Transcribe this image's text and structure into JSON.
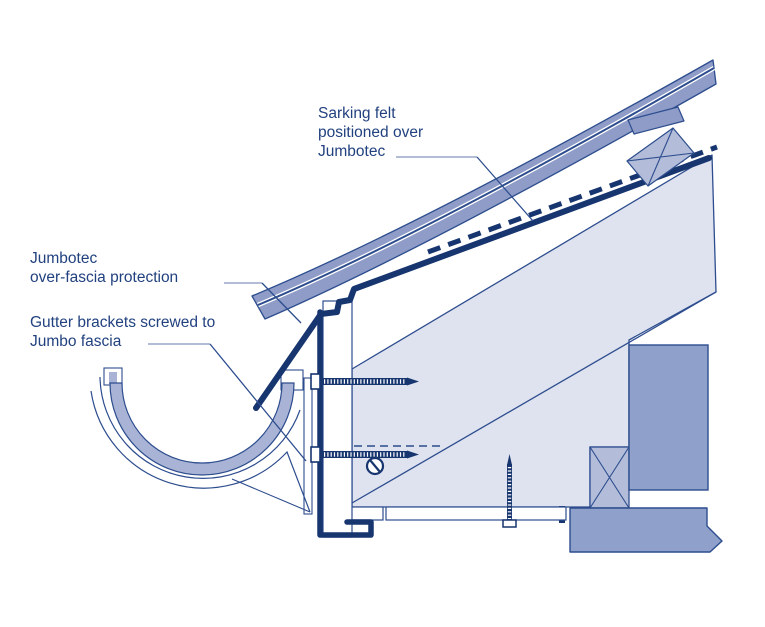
{
  "labels": {
    "sarking_felt": {
      "line1": "Sarking felt",
      "line2": "positioned over",
      "line3": "Jumbotec"
    },
    "over_fascia": {
      "line1": "Jumbotec",
      "line2": "over-fascia protection"
    },
    "gutter_brackets": {
      "line1": "Gutter brackets screwed to",
      "line2": "Jumbo fascia"
    }
  },
  "colors": {
    "navy": "#17356f",
    "outline": "#2d4d8e",
    "text": "#21417f",
    "band": "#8e9cc7",
    "mid2": "#b3bdd9",
    "light": "#dfe2ef",
    "wall": "#8fa0ca",
    "ring": "#a9b3d5",
    "leader": "#9aa5c8",
    "white": "#ffffff"
  }
}
